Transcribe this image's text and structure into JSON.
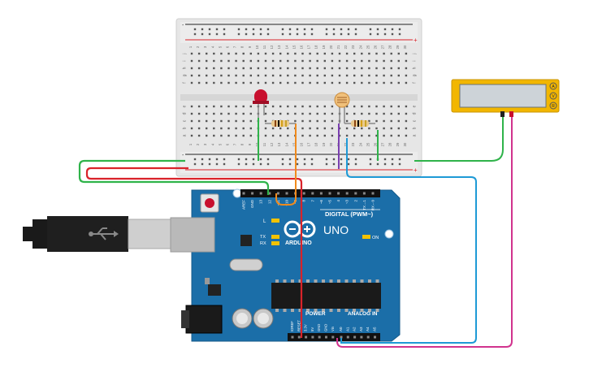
{
  "breadboard": {
    "column_numbers": [
      "1",
      "2",
      "3",
      "4",
      "5",
      "6",
      "7",
      "8",
      "9",
      "10",
      "11",
      "12",
      "13",
      "14",
      "15",
      "16",
      "17",
      "18",
      "19",
      "20",
      "21",
      "22",
      "23",
      "24",
      "25",
      "26",
      "27",
      "28",
      "29",
      "30"
    ],
    "row_letters_top": [
      "j",
      "i",
      "h",
      "g",
      "f"
    ],
    "row_letters_bottom": [
      "e",
      "d",
      "c",
      "b",
      "a"
    ],
    "rail_minus": "-",
    "rail_plus": "+"
  },
  "arduino": {
    "model_text": "UNO",
    "brand_text": "ARDUINO",
    "digital_label": "DIGITAL (PWM~)",
    "power_label": "POWER",
    "analog_label": "ANALOG IN",
    "led_labels": [
      "L",
      "TX",
      "RX",
      "ON"
    ],
    "top_header_labels": [
      "AREF",
      "GND",
      "13",
      "12",
      "~11",
      "~10",
      "~9",
      "8",
      "7",
      "~6",
      "~5",
      "4",
      "~3",
      "2",
      "TX→1",
      "RX←0"
    ],
    "power_header_labels": [
      "IOREF",
      "RESET",
      "3.3V",
      "5V",
      "GND",
      "GND",
      "Vin"
    ],
    "analog_header_labels": [
      "A0",
      "A1",
      "A2",
      "A3",
      "A4",
      "A5"
    ]
  },
  "multimeter": {
    "modes": [
      "A",
      "V",
      "R"
    ],
    "display_value": ""
  },
  "components": {
    "led_color": "#c8102e",
    "resistor_bands": [
      "#8b4513",
      "#000000",
      "#d4a017",
      "#c9a227"
    ],
    "ldr_color": "#f0c07a"
  },
  "wire_colors": {
    "green": "#2fb34a",
    "red": "#d9232a",
    "orange": "#f08a1c",
    "blue": "#1e9ad6",
    "purple": "#7a3fb0",
    "magenta": "#d1338e",
    "black": "#222222"
  }
}
